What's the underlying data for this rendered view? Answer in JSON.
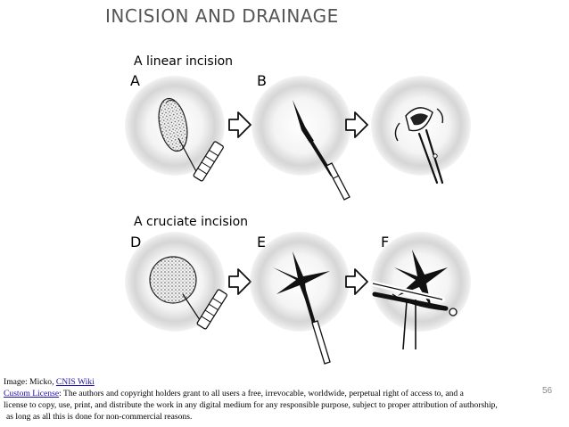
{
  "slide": {
    "title": "INCISION AND DRAINAGE",
    "page_number": "56",
    "colors": {
      "title": "#555555",
      "ink": "#000000",
      "link": "#1a0dab"
    }
  },
  "sections": {
    "linear": {
      "heading": "A linear incision",
      "panels": [
        "A",
        "B",
        ""
      ]
    },
    "cruciate": {
      "heading": "A cruciate incision",
      "panels": [
        "D",
        "E",
        "F"
      ]
    }
  },
  "caption": {
    "image_prefix": "Image: Micko, ",
    "image_link": "CNIS Wiki",
    "license_link": "Custom License",
    "license_text_1": ": The authors and copyright holders grant to all users a free, irrevocable, worldwide, perpetual right of access to, and a",
    "license_text_2": "license to copy, use, print, and distribute the work in any digital medium for any responsible purpose, subject to proper attribution of authorship,",
    "license_text_3": "as long as all this is done for non-commercial reasons."
  }
}
